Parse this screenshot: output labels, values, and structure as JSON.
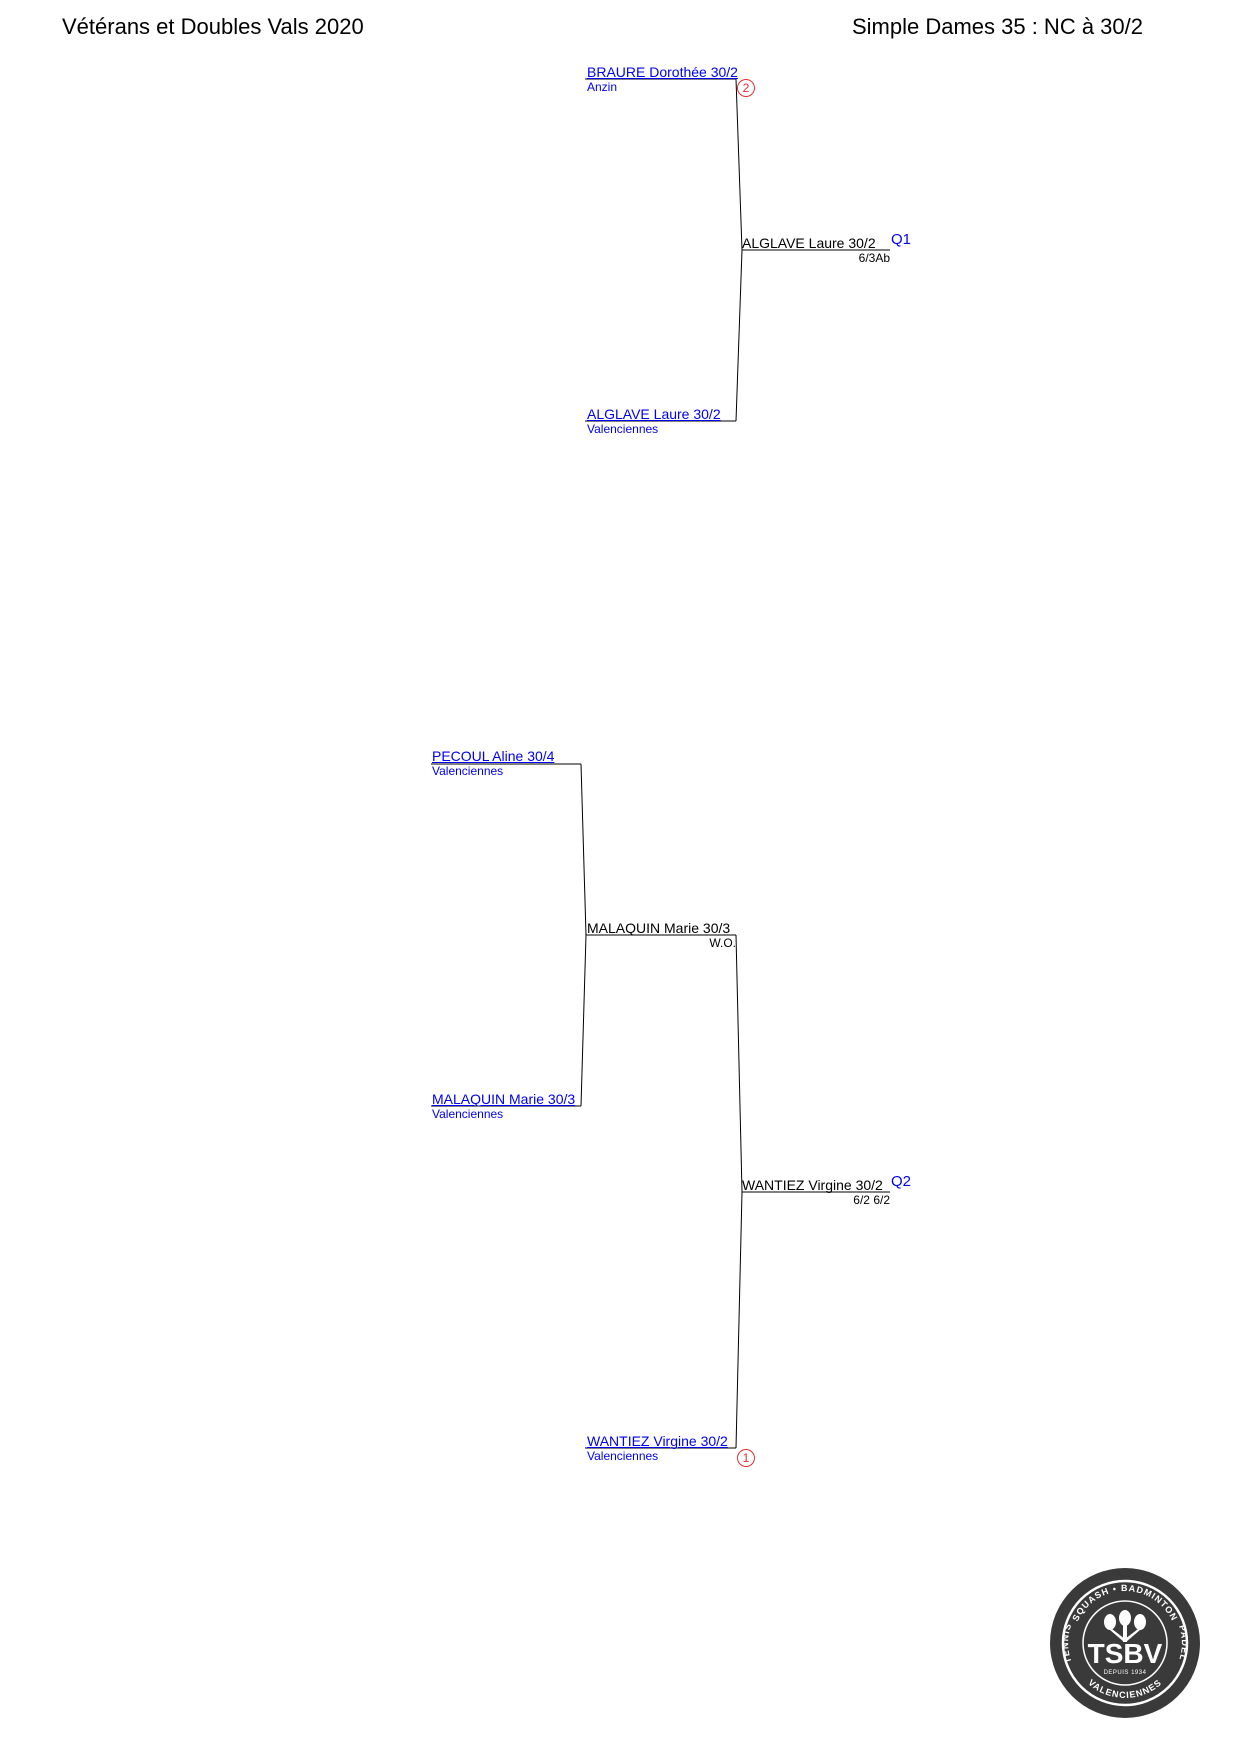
{
  "header": {
    "event": "Vétérans et Doubles Vals 2020",
    "category": "Simple Dames 35 : NC à 30/2"
  },
  "entries": [
    {
      "id": "e1",
      "name": "BRAURE Dorothée 30/2",
      "club": "Anzin",
      "seed": "2"
    },
    {
      "id": "e2",
      "name": "ALGLAVE Laure 30/2",
      "club": "Valenciennes"
    },
    {
      "id": "e3",
      "name": "PECOUL Aline 30/4",
      "club": "Valenciennes"
    },
    {
      "id": "e4",
      "name": "MALAQUIN Marie 30/3",
      "club": "Valenciennes"
    },
    {
      "id": "e5",
      "name": "WANTIEZ Virgine 30/2",
      "club": "Valenciennes",
      "seed": "1"
    }
  ],
  "results": [
    {
      "id": "m1",
      "winner": "ALGLAVE Laure 30/2",
      "score": "6/3Ab",
      "qualifier": "Q1"
    },
    {
      "id": "m2",
      "winner": "MALAQUIN Marie 30/3",
      "score": "W.O."
    },
    {
      "id": "m3",
      "winner": "WANTIEZ Virgine 30/2",
      "score": "6/2 6/2",
      "qualifier": "Q2"
    }
  ],
  "logo": {
    "text": "TSBV",
    "ring_top": "SQUASH • BADMINTON",
    "ring_left": "TENNIS",
    "ring_right": "PADEL",
    "ring_bottom": "VALENCIENNES",
    "since": "DEPUIS 1934",
    "color": "#3a3a3a"
  }
}
